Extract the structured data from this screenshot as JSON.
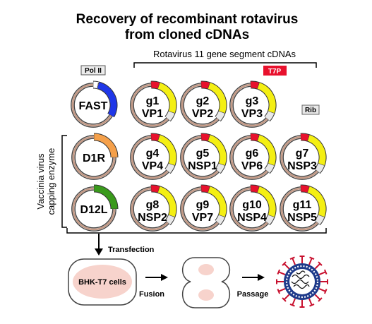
{
  "title_line1": "Recovery of recombinant rotavirus",
  "title_line2": "from cloned cDNAs",
  "segments_header": "Rotavirus 11 gene segment cDNAs",
  "tags": {
    "pol2": "Pol II",
    "t7p": "T7P",
    "rib": "Rib"
  },
  "side_label_line1": "Vaccinia virus",
  "side_label_line2": "capping enzyme",
  "helper_plasmids": [
    {
      "name": "FAST",
      "arc_color": "#1f37e8"
    },
    {
      "name": "D1R",
      "arc_color": "#f5a04a"
    },
    {
      "name": "D12L",
      "arc_color": "#3a9a1c"
    }
  ],
  "gene_plasmids": [
    {
      "gene": "g1",
      "protein": "VP1"
    },
    {
      "gene": "g2",
      "protein": "VP2"
    },
    {
      "gene": "g3",
      "protein": "VP3"
    },
    {
      "gene": "g4",
      "protein": "VP4"
    },
    {
      "gene": "g5",
      "protein": "NSP1"
    },
    {
      "gene": "g6",
      "protein": "VP6"
    },
    {
      "gene": "g7",
      "protein": "NSP3"
    },
    {
      "gene": "g8",
      "protein": "NSP2"
    },
    {
      "gene": "g9",
      "protein": "VP7"
    },
    {
      "gene": "g10",
      "protein": "NSP4"
    },
    {
      "gene": "g11",
      "protein": "NSP5"
    }
  ],
  "workflow": {
    "transfection": "Transfection",
    "cells": "BHK-T7 cells",
    "fusion": "Fusion",
    "passage": "Passage"
  },
  "colors": {
    "promoter": "#e8112d",
    "segment": "#f4ef13",
    "ribozyme": "#e8e8e8",
    "cell_fill": "#f7d3cc",
    "virus_core": "#1e3a8a",
    "virus_spikes": "#c8102e"
  }
}
